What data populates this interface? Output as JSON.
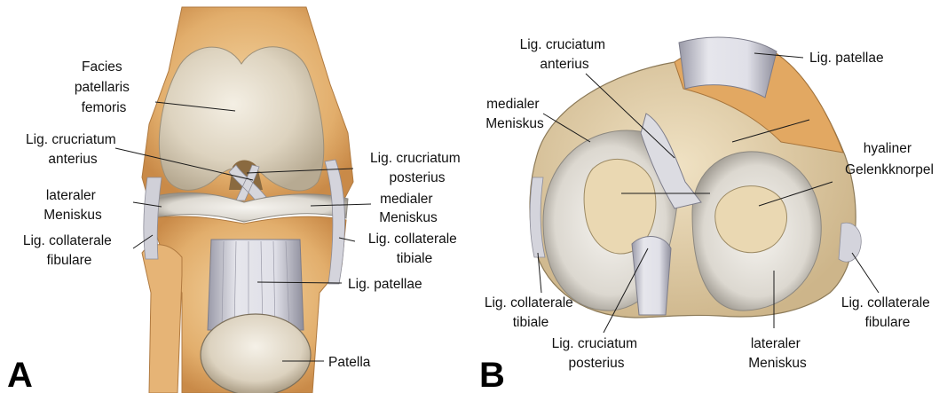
{
  "panels": [
    {
      "letter": "A"
    },
    {
      "letter": "B"
    }
  ],
  "labels_a": [
    {
      "lines": [
        "Facies",
        "patellaris",
        "femoris"
      ]
    },
    {
      "lines": [
        "Lig. crucriatum",
        "anterius"
      ]
    },
    {
      "lines": [
        "lateraler",
        "Meniskus"
      ]
    },
    {
      "lines": [
        "Lig. collaterale",
        "fibulare"
      ]
    },
    {
      "lines": [
        "Lig. crucriatum",
        "posterius"
      ]
    },
    {
      "lines": [
        "medialer",
        "Meniskus"
      ]
    },
    {
      "lines": [
        "Lig. collaterale",
        "tibiale"
      ]
    },
    {
      "lines": [
        "Lig. patellae"
      ]
    },
    {
      "lines": [
        "Patella"
      ]
    }
  ],
  "labels_b": [
    {
      "lines": [
        "Lig. cruciatum",
        "anterius"
      ]
    },
    {
      "lines": [
        "medialer",
        "Meniskus"
      ]
    },
    {
      "lines": [
        "Lig. patellae"
      ]
    },
    {
      "lines": [
        "hyaliner",
        "Gelenkknorpel"
      ]
    },
    {
      "lines": [
        "Lig. collaterale",
        "tibiale"
      ]
    },
    {
      "lines": [
        "Lig. cruciatum",
        "posterius"
      ]
    },
    {
      "lines": [
        "lateraler",
        "Meniskus"
      ]
    },
    {
      "lines": [
        "Lig. collaterale",
        "fibulare"
      ]
    }
  ],
  "colors": {
    "bone": "#e8b878",
    "bone_dark": "#c98a48",
    "cartilage": "#e4dccb",
    "ligament": "#d8d8de",
    "ligament_shade": "#a8a8b4",
    "text": "#111111"
  }
}
